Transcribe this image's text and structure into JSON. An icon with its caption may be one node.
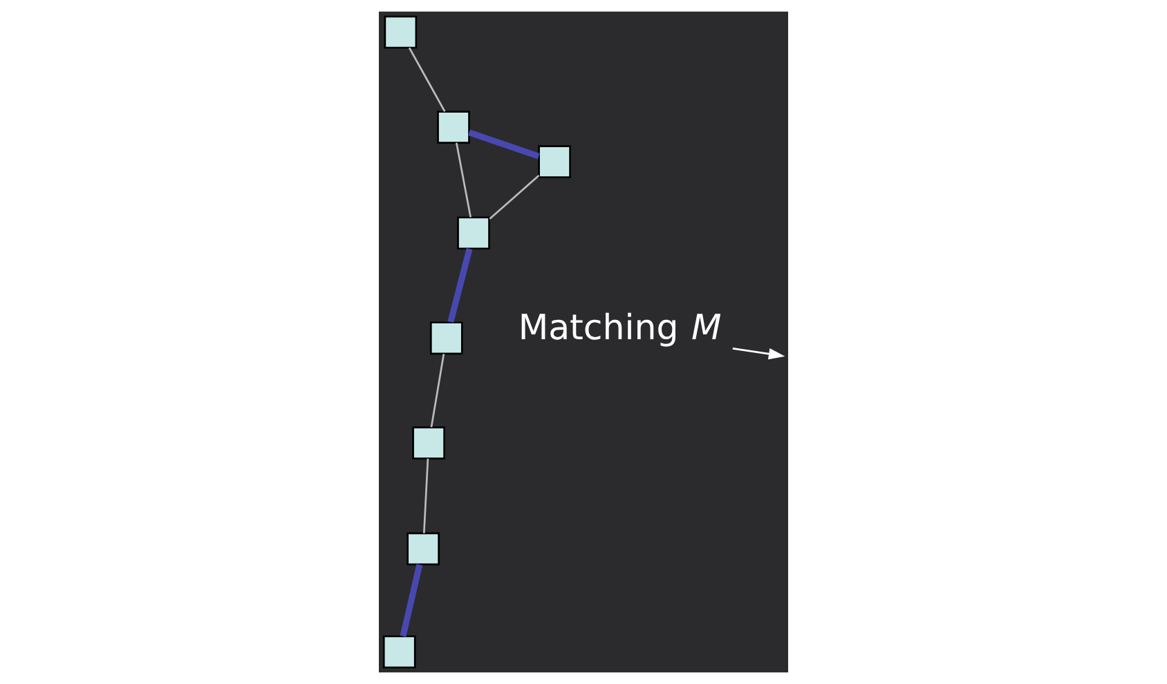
{
  "diagram": {
    "nodes": [
      {
        "text": [],
        "shape": "box"
      },
      {
        "text": [],
        "shape": "box"
      },
      {
        "text": [],
        "shape": "box"
      },
      {
        "text": [],
        "shape": "box"
      },
      {
        "text": [],
        "shape": "box"
      },
      {
        "text": [],
        "shape": "box"
      },
      {
        "text": [],
        "shape": "box"
      },
      {
        "text": [],
        "shape": "box"
      },
      {
        "text": [
          "Matching *M*"
        ]
      }
    ],
    "edges": [
      {
        "from": 0,
        "to": 2,
        "arrow": "none"
      },
      {
        "from": 0,
        "to": 4,
        "arrow": "none",
        "style": "thick",
        "color": "#4848b0"
      },
      {
        "from": 1,
        "to": 5,
        "arrow": "none",
        "style": "thick",
        "color": "#4848b0"
      },
      {
        "from": 1,
        "to": 4,
        "arrow": "none"
      },
      {
        "from": 2,
        "to": 7,
        "arrow": "none"
      },
      {
        "from": 3,
        "to": 5,
        "arrow": "none"
      },
      {
        "from": 5,
        "to": 4,
        "arrow": "none"
      },
      {
        "from": 6,
        "to": 7,
        "arrow": "none",
        "style": "thick",
        "color": "#4848b0"
      },
      {
        "from": 8,
        "to": null,
        "arrow": "to",
        "color": "#ffffff"
      }
    ]
  }
}
